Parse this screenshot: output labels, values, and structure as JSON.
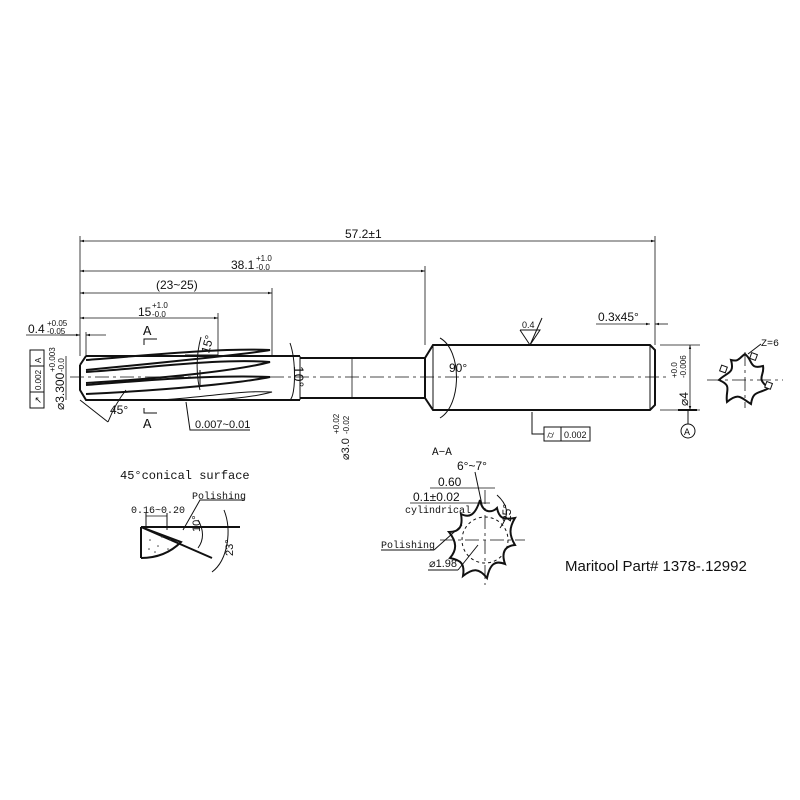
{
  "dimensions": {
    "overall_length": "57.2±1",
    "flute_to_shank": "38.1",
    "flute_to_shank_tol_upper": "+1.0",
    "flute_to_shank_tol_lower": "-0.0",
    "flute_range": "(23~25)",
    "flute_length": "15",
    "flute_length_tol_upper": "+1.0",
    "flute_length_tol_lower": "-0.0",
    "chamfer_length": "0.4",
    "chamfer_tol_upper": "+0.05",
    "chamfer_tol_lower": "-0.05",
    "cut_diameter": "⌀3.300",
    "cut_diameter_tol_upper": "+0.003",
    "cut_diameter_tol_lower": "-0.0",
    "runout_value": "0.002",
    "runout_datum": "A",
    "chamfer_angle": "45°",
    "helix_angle": "15°",
    "taper_angle": "10°",
    "back_taper": "0.007~0.01",
    "neck_diameter": "⌀3.0",
    "neck_tol_upper": "+0.02",
    "neck_tol_lower": "-0.02",
    "shank_chamfer_angle": "90°",
    "roughness": "0.4",
    "end_chamfer": "0.3x45°",
    "shank_diameter": "⌀4",
    "shank_tol_upper": "+0.0",
    "shank_tol_lower": "-0.006",
    "cylindricity_value": "0.002",
    "datum_label": "A",
    "section_label": "A",
    "flutes": "Z=6"
  },
  "detail_conical": {
    "title": "45°conical surface",
    "land": "0.16~0.20",
    "polishing": "Polishing",
    "angle1": "10°",
    "angle2": "23°"
  },
  "section_view": {
    "title": "A−A",
    "rake": "6°~7°",
    "land_width": "0.60",
    "margin": "0.1±0.02",
    "cylindrical": "cylindrical",
    "relief": "25°",
    "polishing": "Polishing",
    "core": "⌀1.98"
  },
  "part_label": "Maritool Part# 1378-.12992"
}
